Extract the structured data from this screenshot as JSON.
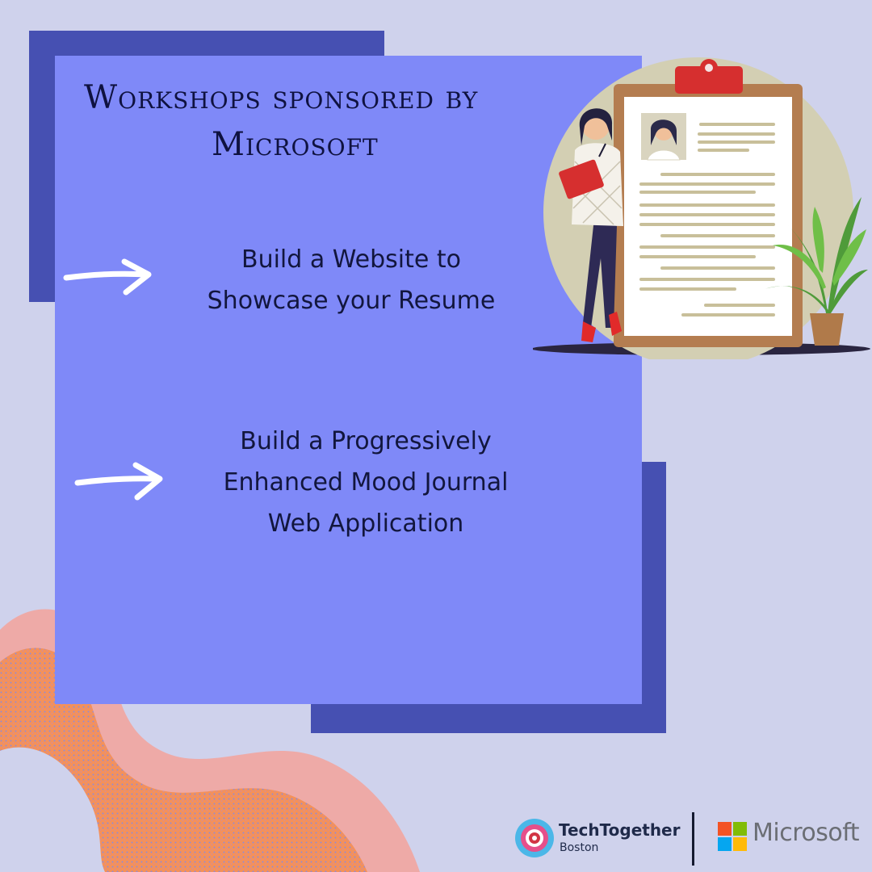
{
  "title": {
    "line1": "Workshops sponsored by",
    "line2": "Microsoft"
  },
  "workshops": [
    {
      "lines": [
        "Build a Website to",
        "Showcase your Resume"
      ]
    },
    {
      "lines": [
        "Build a Progressively",
        "Enhanced Mood Journal",
        "Web Application"
      ]
    }
  ],
  "brands": {
    "techtogether": {
      "name": "TechTogether",
      "city": "Boston"
    },
    "microsoft": {
      "name": "Microsoft"
    }
  },
  "icons": {
    "arrows": "arrow-right-icon",
    "illustration": "woman-with-resume-clipboard-icon",
    "plant": "potted-plant-icon",
    "tt_logo": "techtogether-logo-icon",
    "ms_logo": "microsoft-logo-icon"
  },
  "colors": {
    "background": "#cfd2ec",
    "panel": "#7f89f8",
    "accent_block": "#4650b2",
    "blob_orange": "#f4915a",
    "blob_pink": "#eeaaa7"
  }
}
